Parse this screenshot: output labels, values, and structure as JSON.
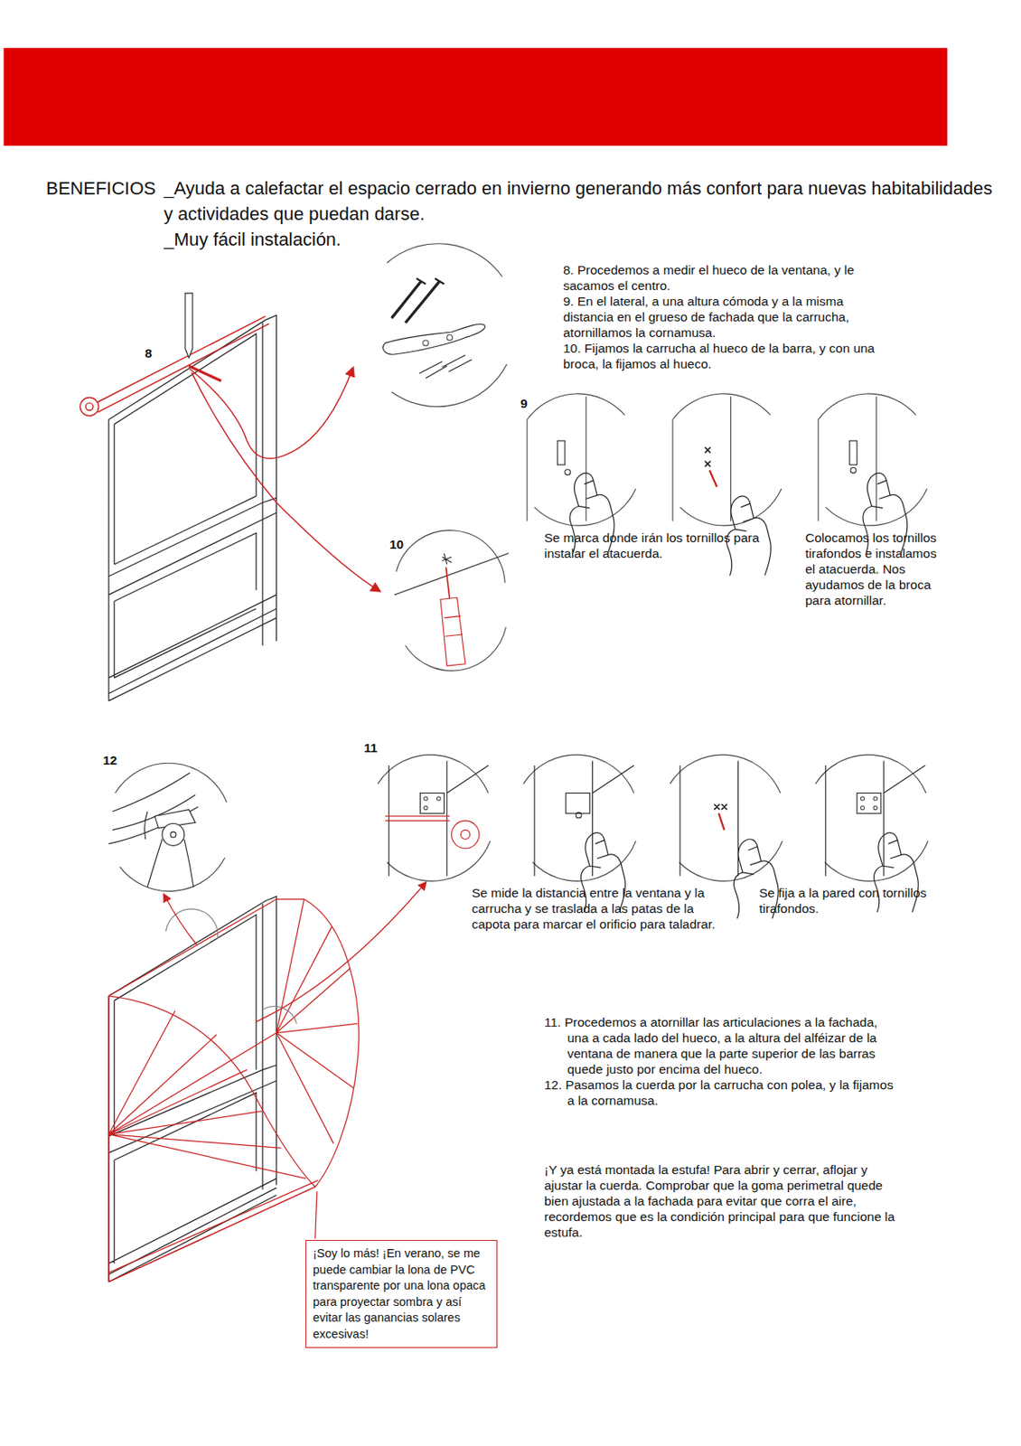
{
  "diagram": {
    "nodes": [
      {
        "text": [
          "¡Soy lo más! ¡En verano, se me puede cambiar la lona de PVC transparente por una lona opaca para proyectar sombra y así evitar las ganancias solares excesivas!"
        ]
      }
    ],
    "labels": [
      "BENEFICIOS",
      "_Ayuda a calefactar el espacio cerrado en invierno generando más confort para nuevas habitabilidades y actividades que puedan darse.",
      "_Muy fácil instalación.",
      "8. Procedemos a medir el hueco de la ventana, y le sacamos el centro.",
      "9. En el lateral, a una altura cómoda y a la misma distancia en el grueso de fachada que la carrucha, atornillamos la cornamusa.",
      "10. Fijamos la carrucha al hueco de la barra, y con una broca, la fijamos al hueco.",
      "8",
      "9",
      "10",
      "Se marca donde irán los tornillos para instalar el atacuerda.",
      "Colocamos los tornillos tirafondos e instalamos el atacuerda. Nos ayudamos de la broca para atornillar.",
      "12",
      "11",
      "Se mide la distancia entre la ventana y la carrucha y se traslada a las patas de la capota para marcar el orificio para taladrar.",
      "Se fija a la pared con tornillos tirafondos.",
      "11. Procedemos a atornillar las articulaciones a la fachada, una a cada lado del hueco, a la altura del alféizar de la ventana de manera que la parte superior de las barras quede justo por encima del hueco.",
      "12. Pasamos la cuerda por la carrucha con polea, y la fijamos a la cornamusa.",
      "¡Y ya está montada la estufa! Para abrir y cerrar, aflojar y ajustar la cuerda. Comprobar que la goma perimetral quede bien ajustada a la fachada para evitar que corra el aire, recordemos que es la condición principal para que funcione la estufa."
    ]
  }
}
